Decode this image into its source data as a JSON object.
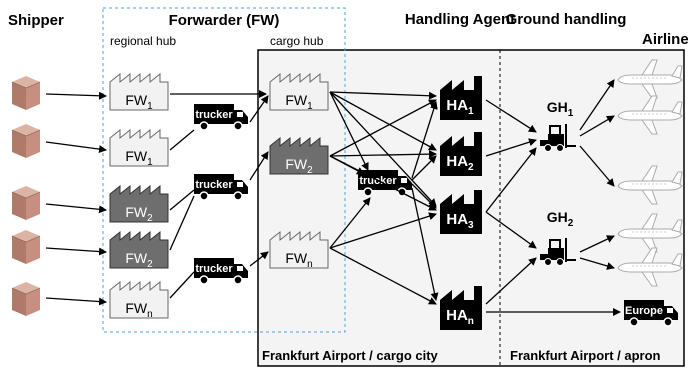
{
  "headers": {
    "shipper": "Shipper",
    "forwarder": "Forwarder (FW)",
    "handling_agent": "Handling Agent",
    "ground_handling": "Ground handling",
    "airline": "Airline"
  },
  "regional_hub_label": "regional hub",
  "cargo_hub_label": "cargo hub",
  "forwarders": {
    "regional": [
      {
        "base": "FW",
        "sub": "1"
      },
      {
        "base": "FW",
        "sub": "1"
      },
      {
        "base": "FW",
        "sub": "2"
      },
      {
        "base": "FW",
        "sub": "2"
      },
      {
        "base": "FW",
        "sub": "n"
      }
    ],
    "cargo": [
      {
        "base": "FW",
        "sub": "1"
      },
      {
        "base": "FW",
        "sub": "2"
      },
      {
        "base": "FW",
        "sub": "n"
      }
    ]
  },
  "handling_agents": [
    {
      "base": "HA",
      "sub": "1"
    },
    {
      "base": "HA",
      "sub": "2"
    },
    {
      "base": "HA",
      "sub": "3"
    },
    {
      "base": "HA",
      "sub": "n"
    }
  ],
  "ground_handlers": [
    {
      "base": "GH",
      "sub": "1"
    },
    {
      "base": "GH",
      "sub": "2"
    }
  ],
  "trucker_label": "trucker",
  "europe_label": "Europe",
  "footers": {
    "cargo_city": "Frankfurt Airport / cargo city",
    "apron": "Frankfurt Airport / apron"
  },
  "colors": {
    "box_shade": "#c68f7f",
    "light_factory": "#f2f2f2",
    "dark_factory": "#6e6e6e",
    "airport_area": "#f4f4f4",
    "dashed_border": "#4aa3df"
  }
}
